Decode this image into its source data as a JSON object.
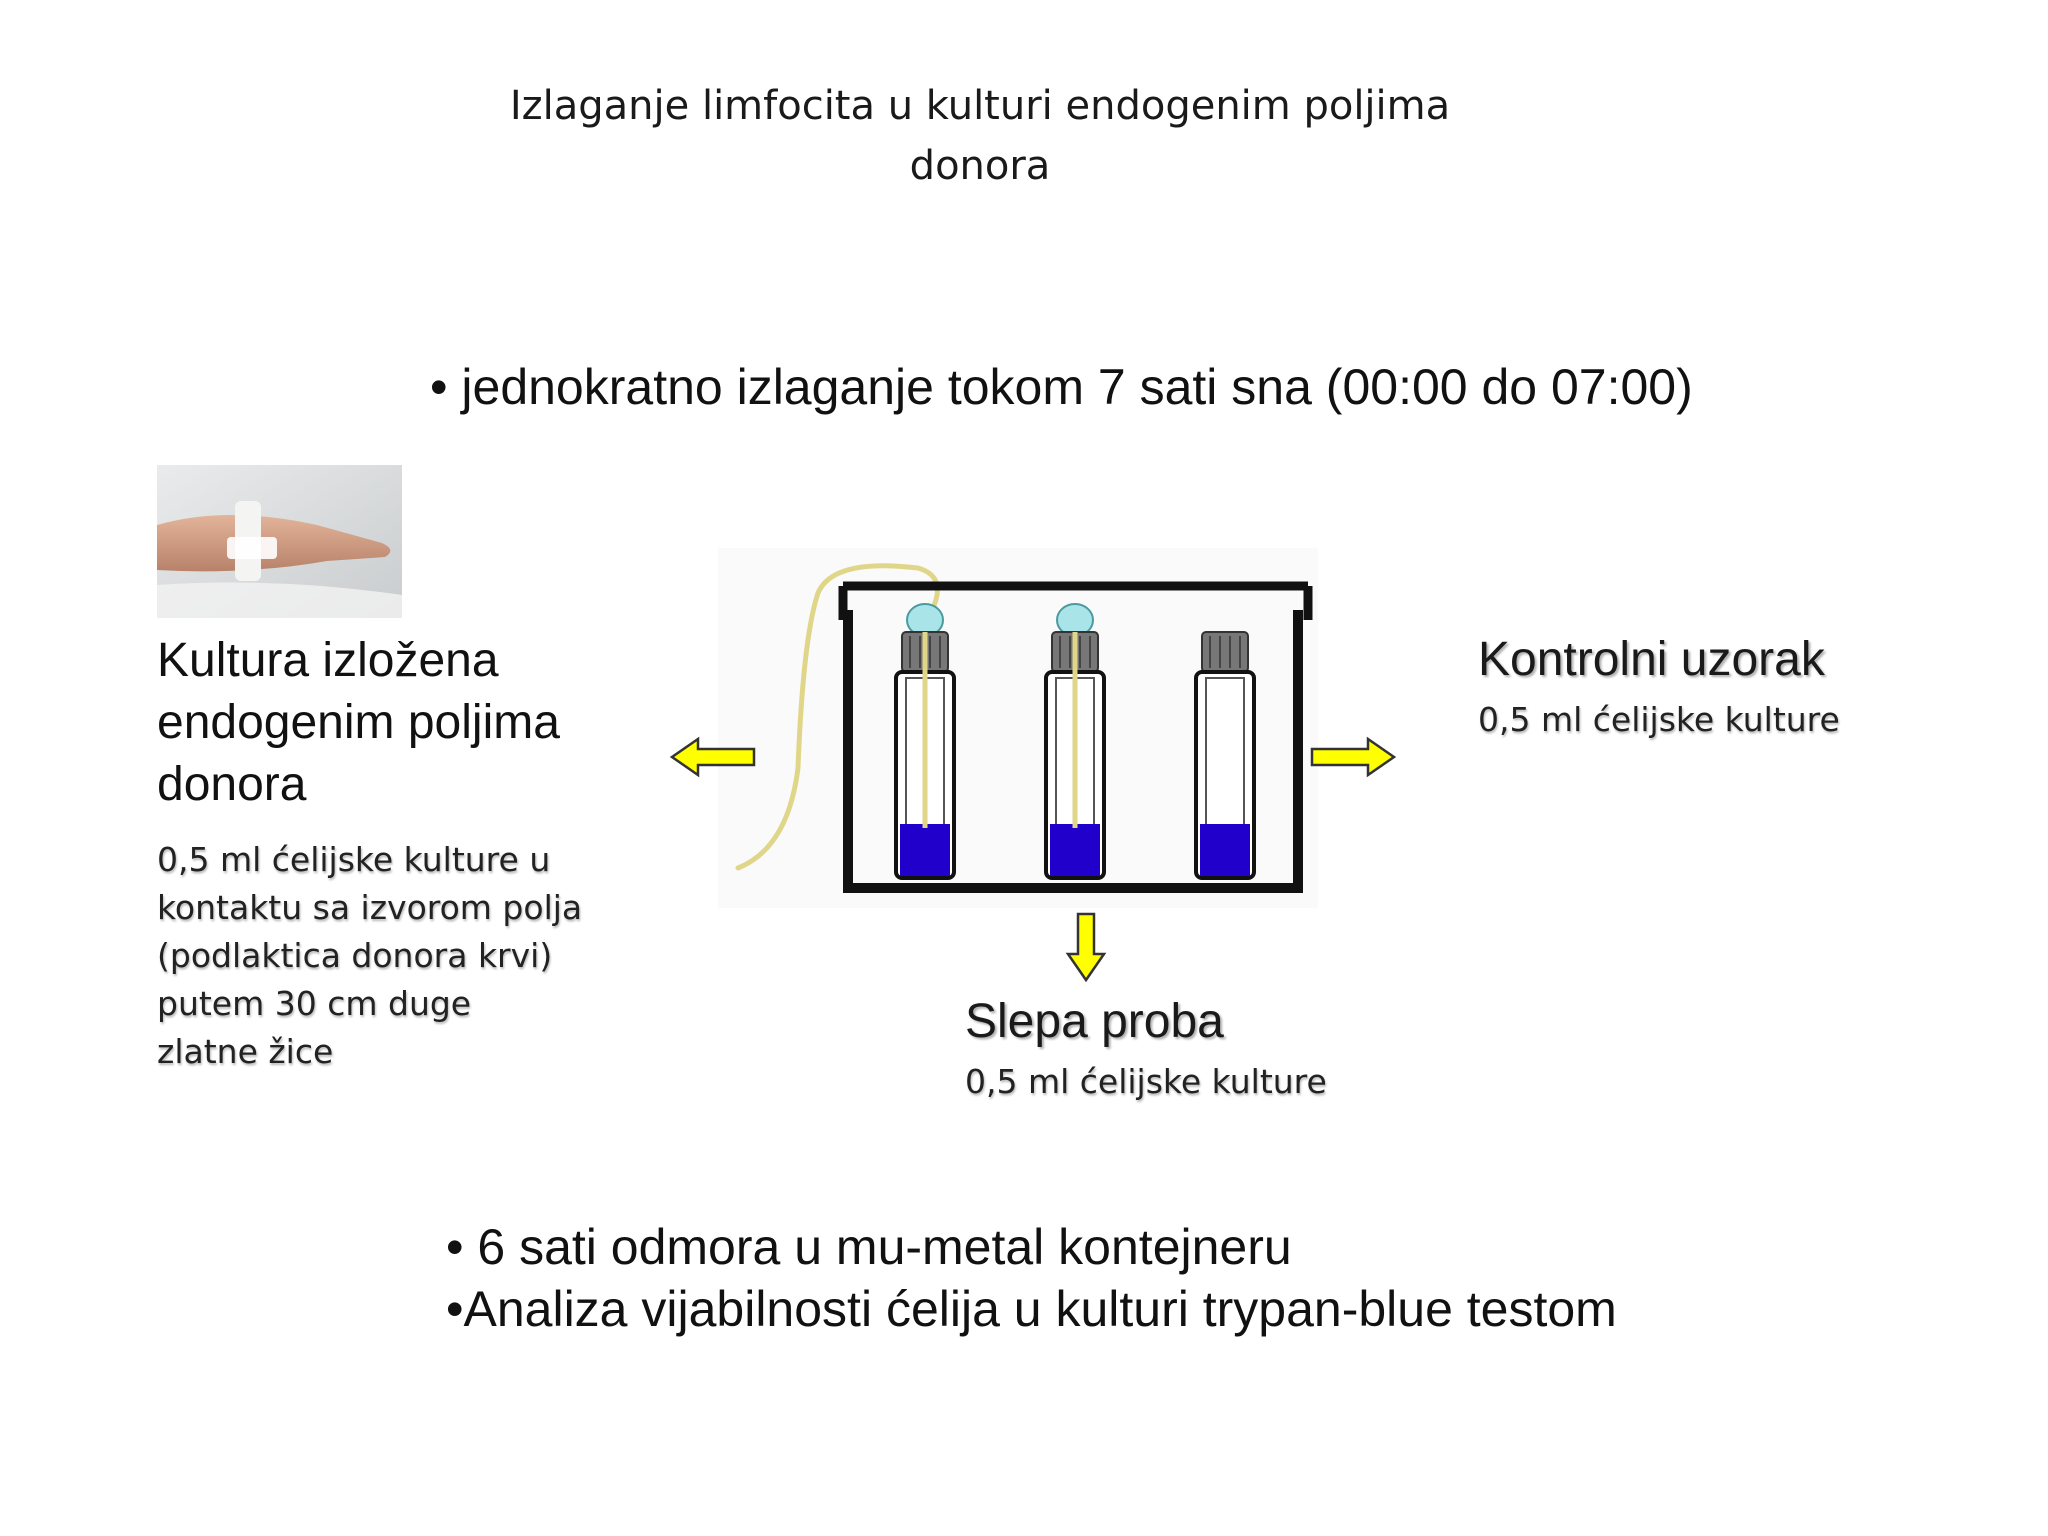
{
  "title": {
    "line1": "Izlaganje limfocita u kulturi endogenim poljima",
    "line2": "donora"
  },
  "bullet_top": "• jednokratno izlaganje tokom 7 sati sna (00:00 do 07:00)",
  "left_panel": {
    "heading_lines": [
      "Kultura izložena",
      "endogenim poljima",
      "donora"
    ],
    "description_lines": [
      "0,5 ml ćelijske kulture u",
      "kontaktu sa izvorom polja",
      "(podlaktica donora krvi)",
      "putem 30 cm duge",
      "zlatne žice"
    ]
  },
  "right_panel": {
    "heading": "Kontrolni uzorak",
    "description": "0,5 ml ćelijske kulture"
  },
  "bottom_panel": {
    "heading": "Slepa proba",
    "description": "0,5 ml ćelijske kulture"
  },
  "bullets_bottom": [
    "• 6 sati odmora u mu-metal kontejneru",
    "•Analiza vijabilnosti ćelija u kulturi trypan-blue testom"
  ],
  "colors": {
    "arrow_fill": "#ffff00",
    "culture_medium": "#2200cc",
    "gold_wire": "#e0d68a"
  }
}
